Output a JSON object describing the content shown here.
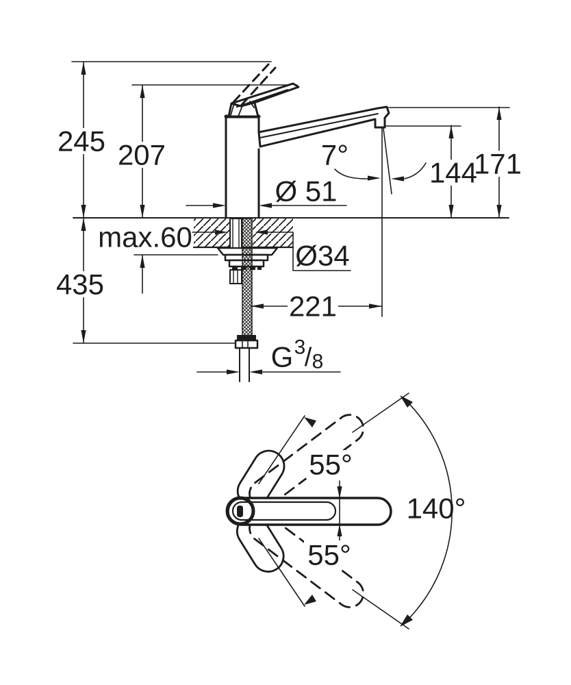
{
  "drawing": {
    "side_view": {
      "height_overall": "245",
      "height_to_lever": "207",
      "spout_angle": "7°",
      "height_outlet": "144",
      "height_spout_tip": "171",
      "base_diameter": "Ø 51",
      "mount_thickness": "max.60",
      "hole_diameter": "Ø34",
      "below_counter_length": "435",
      "spout_reach": "221",
      "thread_letter": "G",
      "thread_numerator": "3",
      "thread_slash": "/",
      "thread_denominator": "8"
    },
    "top_view": {
      "swivel_upper": "55°",
      "swivel_lower": "55°",
      "swivel_total": "140°"
    },
    "colors": {
      "line": "#1d1d1b",
      "background": "#ffffff"
    }
  }
}
